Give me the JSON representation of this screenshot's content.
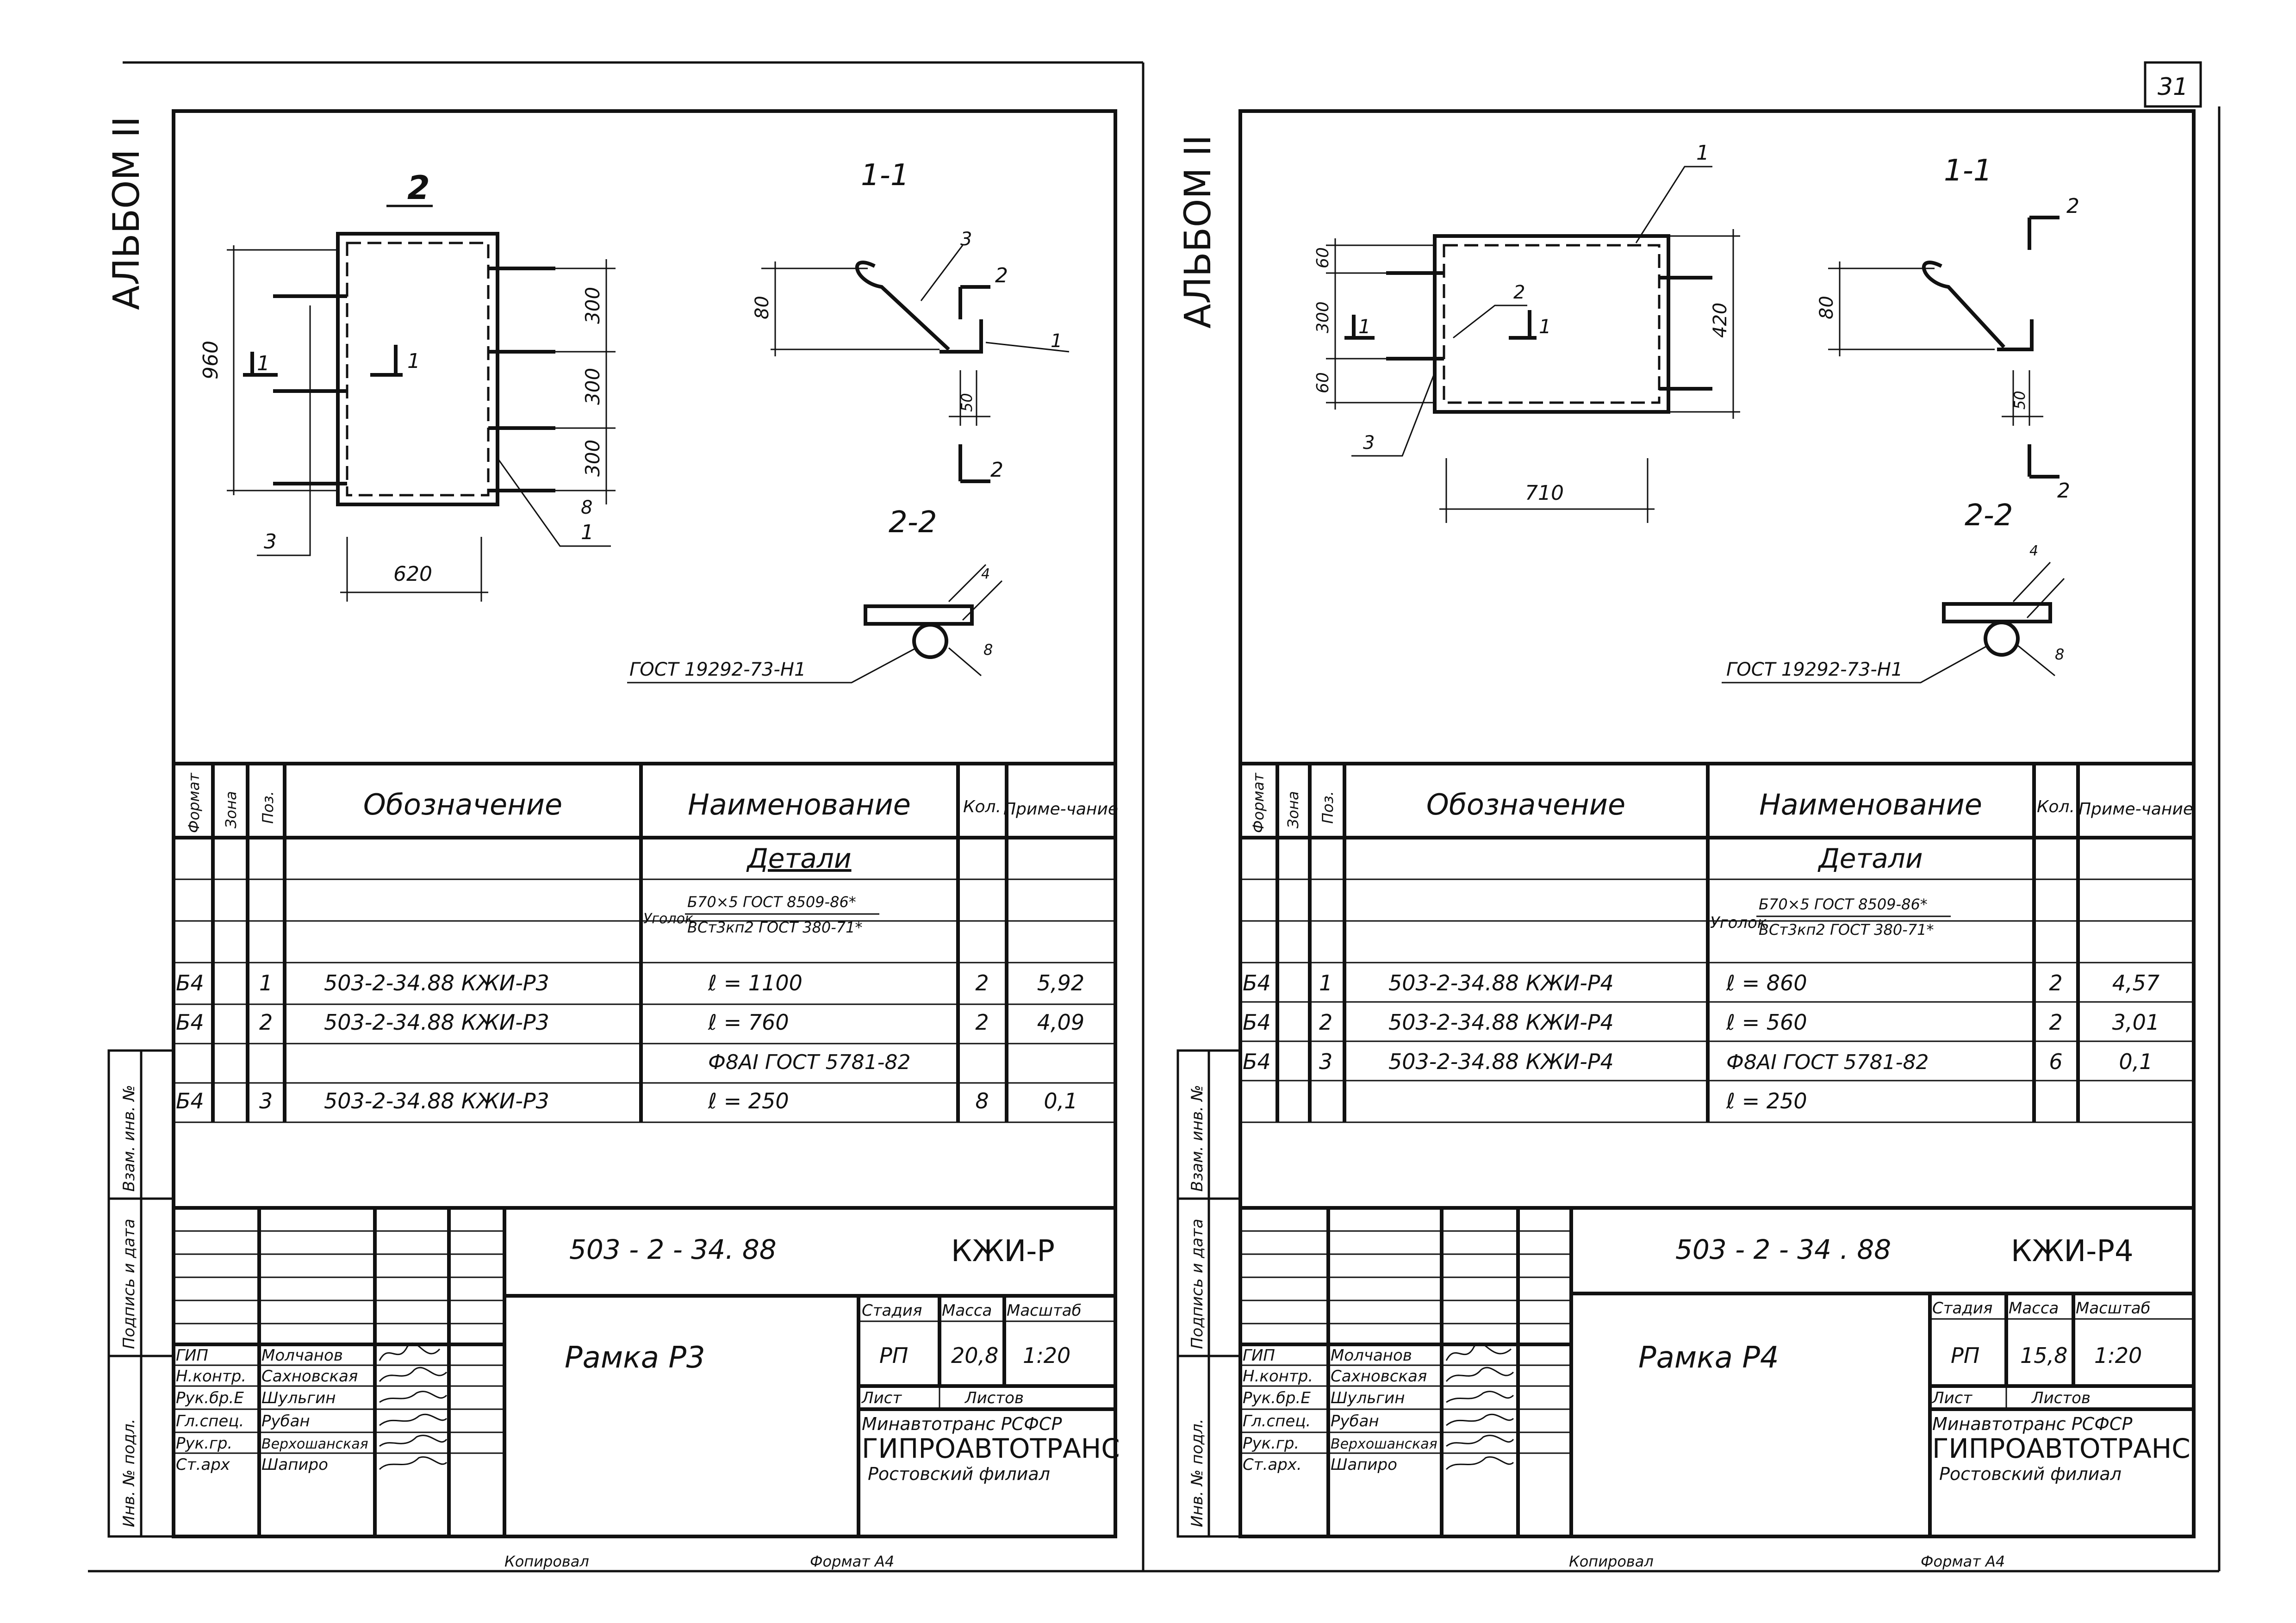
{
  "page_number": "31",
  "footer": {
    "left_copied": "Копировал",
    "left_format": "Формат А4",
    "right_copied": "Копировал",
    "right_format": "Формат А4"
  },
  "side_stamp": {
    "inv_podl": "Инв. № подл.",
    "podpis_data": "Подпись и дата",
    "vzam_inv": "Взам. инв. №"
  },
  "sheets": [
    {
      "album": "АЛЬБОМ II",
      "drawing": {
        "view_mark": "2",
        "section_11": "1-1",
        "section_22": "2-2",
        "cut_1": "1",
        "cut_2": "2",
        "pos1": "1",
        "pos2": "2",
        "pos3": "3",
        "dim_width": "620",
        "dim_height": "960",
        "dim_a": "300",
        "dim_b": "300",
        "dim_c": "300",
        "dim_corner": "8",
        "dim_80": "80",
        "dim_50": "50",
        "dim_4": "4",
        "dim_8": "8",
        "weld": "ГОСТ 19292-73-Н1"
      },
      "spec": {
        "headers": {
          "format": "Формат",
          "zone": "Зона",
          "pos": "Поз.",
          "designation": "Обозначение",
          "name": "Наименование",
          "qty": "Кол.",
          "note": "Приме-чание"
        },
        "section_title": "Детали",
        "angle_prefix": "Уголок",
        "angle_top": "Б70×5 ГОСТ 8509-86*",
        "angle_bottom": "ВСт3кп2 ГОСТ 380-71*",
        "rows": [
          {
            "format": "Б4",
            "pos": "1",
            "designation": "503-2-34.88   КЖИ-Р3",
            "name": "ℓ = 1100",
            "qty": "2",
            "note": "5,92"
          },
          {
            "format": "Б4",
            "pos": "2",
            "designation": "503-2-34.88   КЖИ-Р3",
            "name": "ℓ = 760",
            "qty": "2",
            "note": "4,09"
          },
          {
            "format": "",
            "pos": "",
            "designation": "",
            "name": "Ф8АI  ГОСТ 5781-82",
            "qty": "",
            "note": ""
          },
          {
            "format": "Б4",
            "pos": "3",
            "designation": "503-2-34.88   КЖИ-Р3",
            "name": "ℓ = 250",
            "qty": "8",
            "note": "0,1"
          }
        ]
      },
      "title_block": {
        "code": "503 - 2 - 34. 88",
        "mark": "КЖИ-Р",
        "title": "Рамка  Р3",
        "stage_label": "Стадия",
        "mass_label": "Масса",
        "scale_label": "Масштаб",
        "stage": "РП",
        "mass": "20,8",
        "scale": "1:20",
        "sheet_label": "Лист",
        "sheets_label": "Листов",
        "org1": "Минавтотранс РСФСР",
        "org2": "ГИПРОАВТОТРАНС",
        "org3": "Ростовский филиал",
        "people": [
          {
            "role": "ГИП",
            "name": "Молчанов"
          },
          {
            "role": "Н.контр.",
            "name": "Сахновская"
          },
          {
            "role": "Рук.бр.Е",
            "name": "Шульгин"
          },
          {
            "role": "Гл.спец.",
            "name": "Рубан"
          },
          {
            "role": "Рук.гр.",
            "name": "Верхошанская"
          },
          {
            "role": "Ст.арх",
            "name": "Шапиро"
          }
        ]
      }
    },
    {
      "album": "АЛЬБОМ II",
      "drawing": {
        "section_11": "1-1",
        "section_22": "2-2",
        "cut_1": "1",
        "cut_2": "2",
        "pos1": "1",
        "pos2": "2",
        "pos3": "3",
        "dim_width": "710",
        "dim_height": "420",
        "dim_a": "60",
        "dim_b": "300",
        "dim_c": "60",
        "dim_80": "80",
        "dim_50": "50",
        "dim_4": "4",
        "dim_8": "8",
        "weld": "ГОСТ 19292-73-Н1"
      },
      "spec": {
        "headers": {
          "format": "Формат",
          "zone": "Зона",
          "pos": "Поз.",
          "designation": "Обозначение",
          "name": "Наименование",
          "qty": "Кол.",
          "note": "Приме-чание"
        },
        "section_title": "Детали",
        "angle_prefix": "Уголок",
        "angle_top": "Б70×5 ГОСТ 8509-86*",
        "angle_bottom": "ВСт3кп2 ГОСТ 380-71*",
        "rows": [
          {
            "format": "Б4",
            "pos": "1",
            "designation": "503-2-34.88   КЖИ-Р4",
            "name": "ℓ = 860",
            "qty": "2",
            "note": "4,57"
          },
          {
            "format": "Б4",
            "pos": "2",
            "designation": "503-2-34.88   КЖИ-Р4",
            "name": "ℓ = 560",
            "qty": "2",
            "note": "3,01"
          },
          {
            "format": "Б4",
            "pos": "3",
            "designation": "503-2-34.88   КЖИ-Р4",
            "name": "Ф8АI  ГОСТ 5781-82",
            "qty": "6",
            "note": "0,1"
          },
          {
            "format": "",
            "pos": "",
            "designation": "",
            "name": "ℓ = 250",
            "qty": "",
            "note": ""
          }
        ]
      },
      "title_block": {
        "code": "503 - 2 - 34 . 88",
        "mark": "КЖИ-Р4",
        "title": "Рамка  Р4",
        "stage_label": "Стадия",
        "mass_label": "Масса",
        "scale_label": "Масштаб",
        "stage": "РП",
        "mass": "15,8",
        "scale": "1:20",
        "sheet_label": "Лист",
        "sheets_label": "Листов",
        "org1": "Минавтотранс РСФСР",
        "org2": "ГИПРОАВТОТРАНС",
        "org3": "Ростовский филиал",
        "people": [
          {
            "role": "ГИП",
            "name": "Молчанов"
          },
          {
            "role": "Н.контр.",
            "name": "Сахновская"
          },
          {
            "role": "Рук.бр.Е",
            "name": "Шульгин"
          },
          {
            "role": "Гл.спец.",
            "name": "Рубан"
          },
          {
            "role": "Рук.гр.",
            "name": "Верхошанская"
          },
          {
            "role": "Ст.арх.",
            "name": "Шапиро"
          }
        ]
      }
    }
  ]
}
